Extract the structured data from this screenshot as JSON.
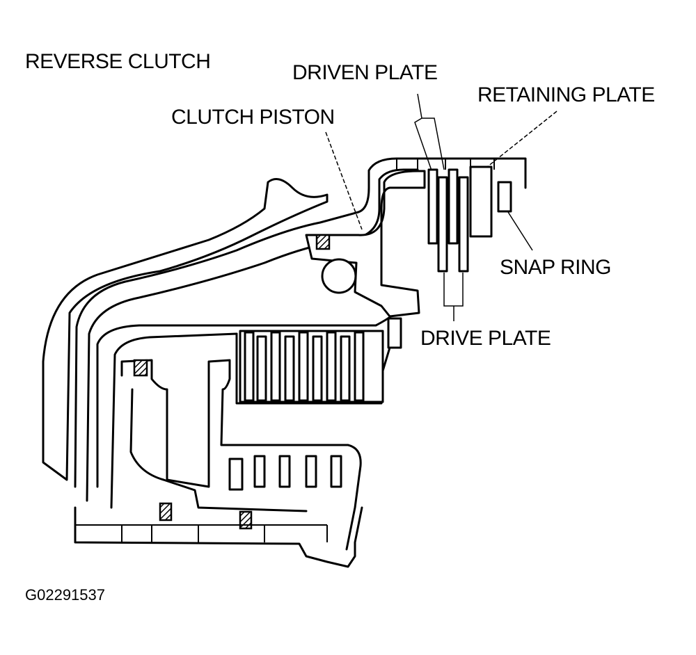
{
  "title": "REVERSE CLUTCH",
  "labels": {
    "clutch_piston": "CLUTCH PISTON",
    "driven_plate": "DRIVEN PLATE",
    "retaining_plate": "RETAINING PLATE",
    "snap_ring": "SNAP RING",
    "drive_plate": "DRIVE PLATE"
  },
  "figure_code": "G02291537"
}
